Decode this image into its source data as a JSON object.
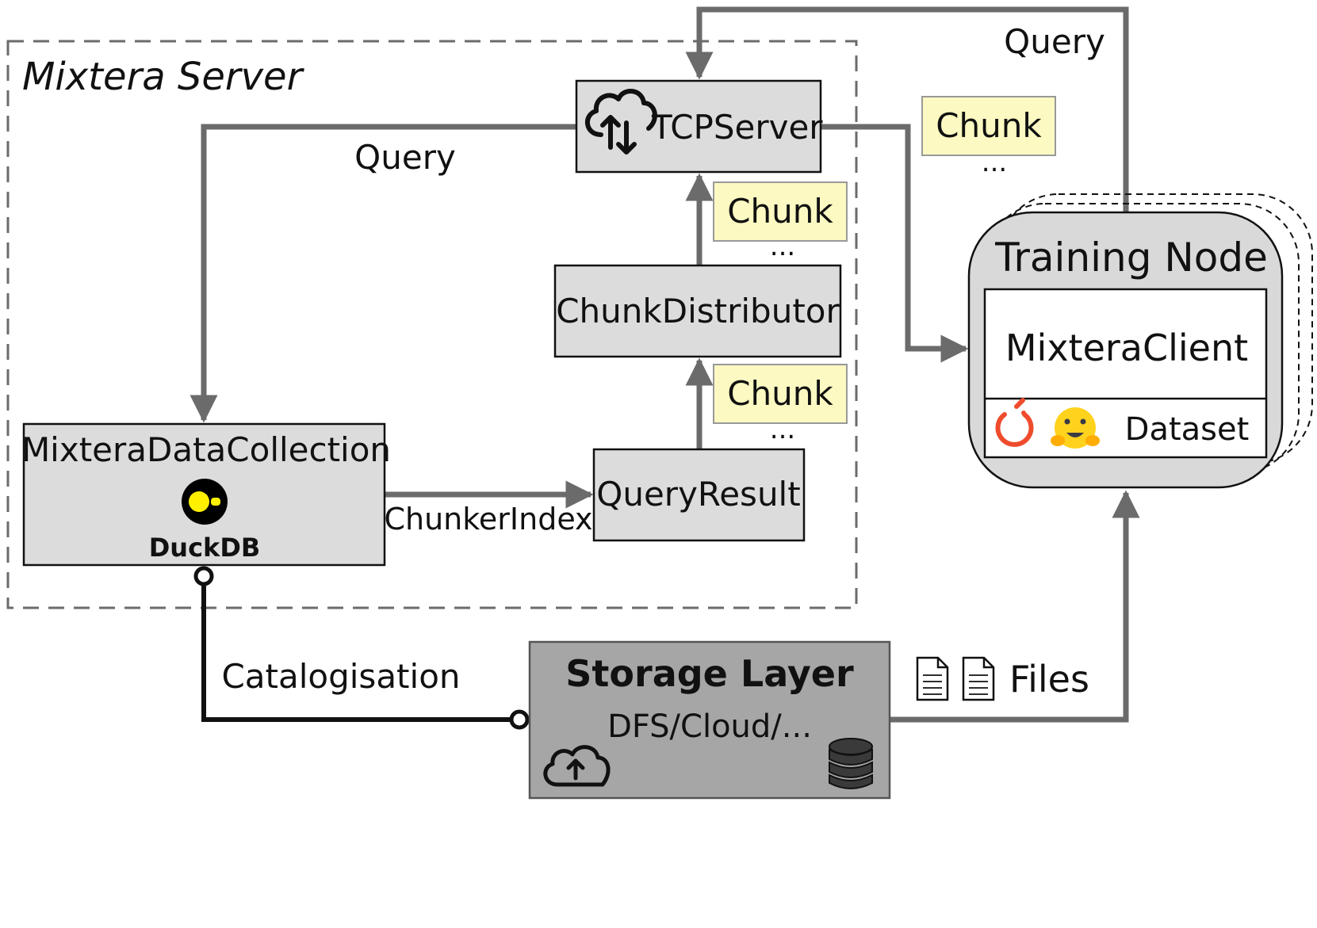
{
  "server": {
    "title": "Mixtera Server"
  },
  "tcp_server": {
    "label": "TCPServer",
    "icon": "cloud-sync-icon"
  },
  "chunk_distributor": {
    "label": "ChunkDistributor"
  },
  "query_result": {
    "label": "QueryResult"
  },
  "data_collection": {
    "label": "MixteraDataCollection",
    "db_logo_text": "DuckDB",
    "db_icon": "duckdb-logo-icon"
  },
  "chunk_tags": {
    "label": "Chunk",
    "ellipsis": "..."
  },
  "edges": {
    "query_internal": "Query",
    "query_external": "Query",
    "chunker_index": "ChunkerIndex",
    "catalogisation": "Catalogisation",
    "files": "Files"
  },
  "training_node": {
    "title": "Training Node",
    "client": "MixteraClient",
    "dataset": "Dataset",
    "icons": [
      "pytorch-icon",
      "huggingface-icon"
    ]
  },
  "storage": {
    "title": "Storage Layer",
    "subtitle": "DFS/Cloud/...",
    "icons": [
      "cloud-upload-icon",
      "database-icon"
    ]
  },
  "colors": {
    "box_fill": "#dcdcdc",
    "storage_fill": "#a6a6a6",
    "chunk_fill": "#fcf9c2",
    "arrow": "#6b6b6b",
    "line_dark": "#111111"
  }
}
